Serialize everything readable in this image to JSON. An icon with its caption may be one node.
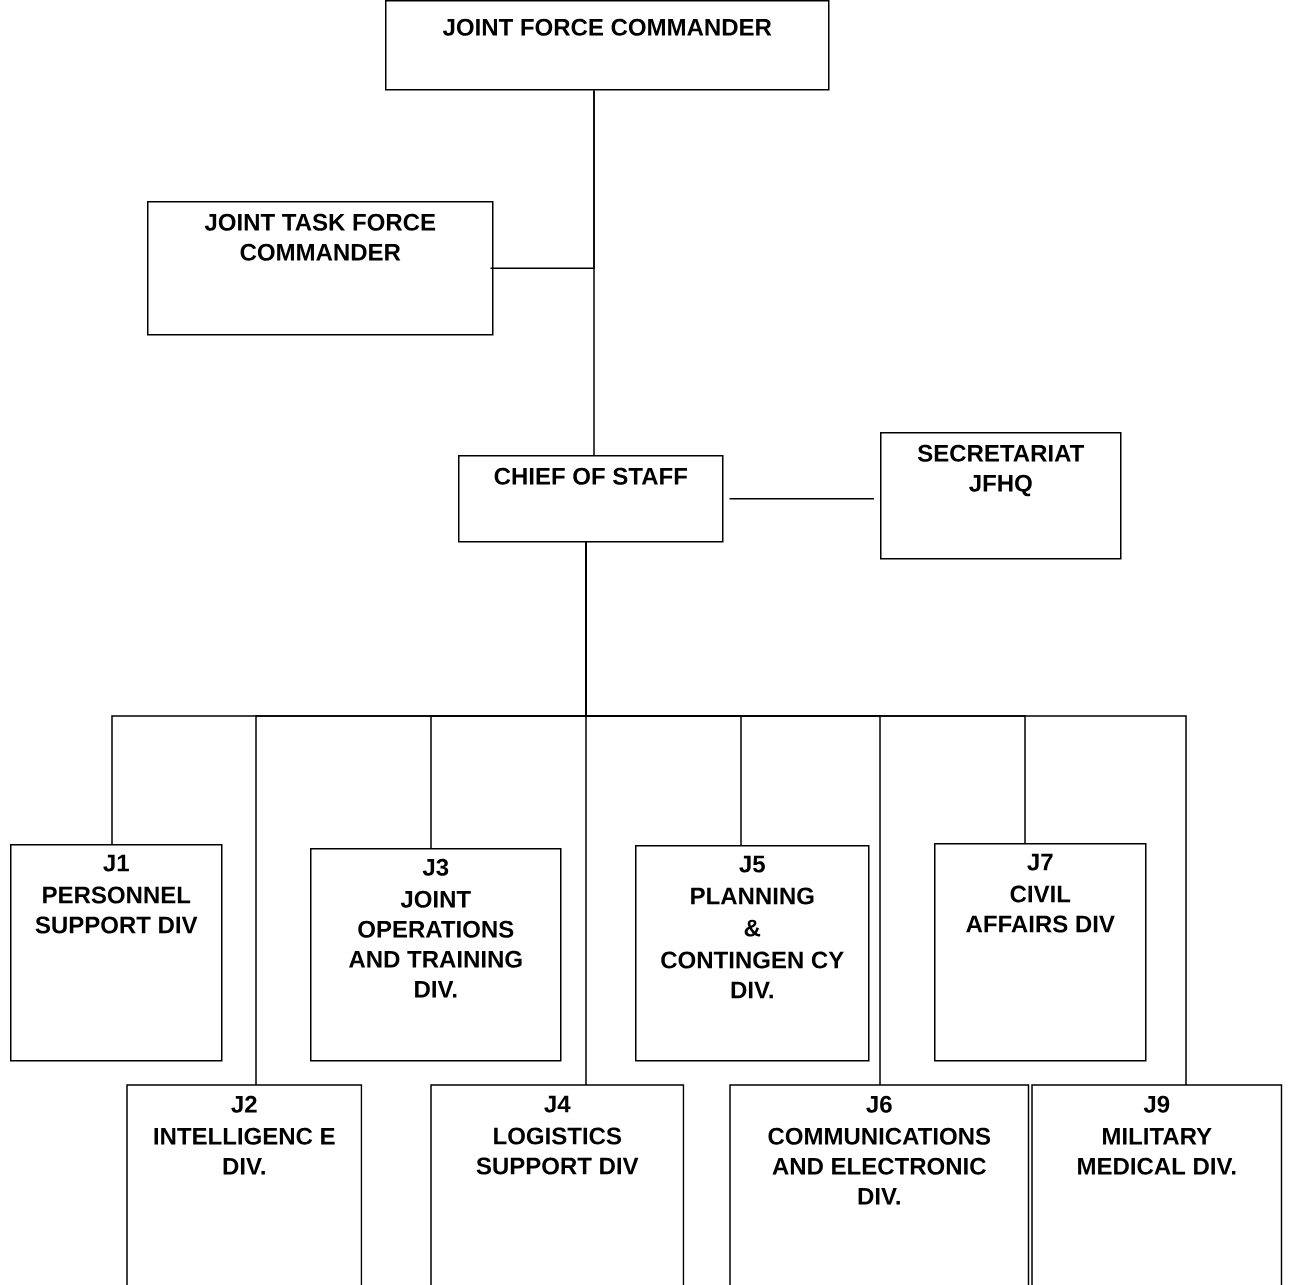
{
  "diagram": {
    "nodes": [
      {
        "text": [
          "JOINT FORCE COMMANDER"
        ]
      },
      {
        "text": [
          "JOINT TASK FORCE COMMANDER"
        ]
      },
      {
        "text": [
          "CHIEF OF STAFF"
        ]
      },
      {
        "text": [
          "SECRETARIAT JFHQ"
        ]
      },
      {
        "text": [
          "J1",
          "PERSONNEL SUPPORT DIV"
        ]
      },
      {
        "text": [
          "J2",
          "INTELLIGENC E DIV."
        ]
      },
      {
        "text": [
          "J3",
          "JOINT OPERATIONS AND TRAINING DIV."
        ]
      },
      {
        "text": [
          "J4",
          "LOGISTICS SUPPORT DIV"
        ]
      },
      {
        "text": [
          "J5",
          "PLANNING",
          "&",
          "CONTINGEN CY DIV."
        ]
      },
      {
        "text": [
          "J6",
          "COMMUNICATIONS AND ELECTRONIC DIV."
        ]
      },
      {
        "text": [
          "J7",
          "CIVIL AFFAIRS DIV"
        ]
      },
      {
        "text": [
          "J9",
          "MILITARY MEDICAL DIV."
        ]
      }
    ],
    "edges": [
      {
        "from": 0,
        "to": 1,
        "arrow": "none"
      },
      {
        "from": 0,
        "to": 2,
        "arrow": "none"
      },
      {
        "from": 2,
        "to": 3,
        "arrow": "none"
      },
      {
        "from": 2,
        "to": 4,
        "arrow": "none"
      },
      {
        "from": 2,
        "to": 5,
        "arrow": "none"
      },
      {
        "from": 2,
        "to": 6,
        "arrow": "none"
      },
      {
        "from": 2,
        "to": 7,
        "arrow": "none"
      },
      {
        "from": 2,
        "to": 8,
        "arrow": "none"
      },
      {
        "from": 2,
        "to": 9,
        "arrow": "none"
      },
      {
        "from": 2,
        "to": 10,
        "arrow": "none"
      },
      {
        "from": 2,
        "to": 11,
        "arrow": "none"
      }
    ]
  }
}
